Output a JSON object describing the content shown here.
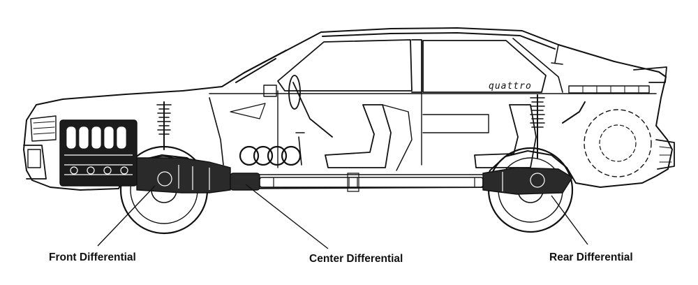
{
  "car": {
    "badge": "quattro"
  },
  "labels": {
    "front": "Front Differential",
    "center": "Center Differential",
    "rear": "Rear Differential"
  },
  "colors": {
    "ink": "#111111",
    "paper": "#ffffff",
    "shade": "#2a2a2a"
  }
}
